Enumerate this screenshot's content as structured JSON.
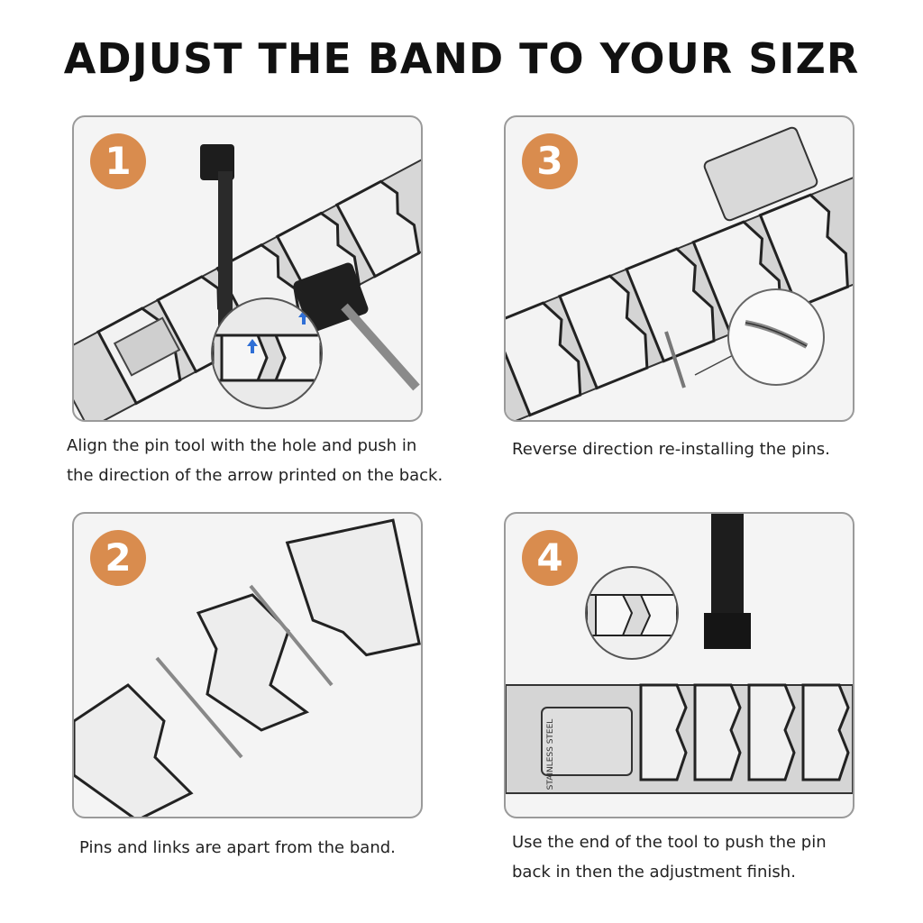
{
  "title": "ADJUST THE BAND TO YOUR SIZR",
  "steps": [
    {
      "number": "1",
      "caption_line1": "Align the pin tool with the hole and push in",
      "caption_line2": "the direction of the arrow printed on the back."
    },
    {
      "number": "3",
      "caption_line1": "Reverse direction re-installing the pins.",
      "caption_line2": ""
    },
    {
      "number": "2",
      "caption_line1": "Pins and links are apart from the band.",
      "caption_line2": ""
    },
    {
      "number": "4",
      "caption_line1": "Use the end of the tool to push the pin",
      "caption_line2": "back in then the adjustment finish."
    }
  ],
  "clasp_text": "STAINLESS STEEL",
  "colors": {
    "badge": "#d98c4e",
    "border": "#9a9a9a",
    "arrow": "#2f6fd6"
  },
  "icons": [
    "pin-tool-icon",
    "watch-band-icon",
    "zoom-circle-icon",
    "arrow-icon"
  ]
}
